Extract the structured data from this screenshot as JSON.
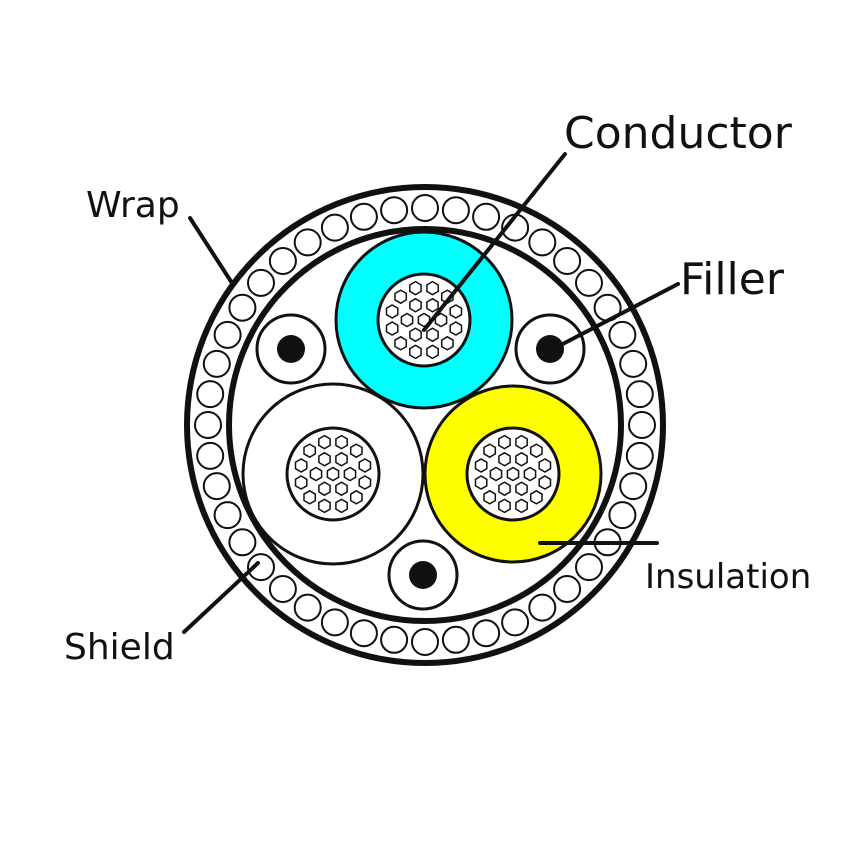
{
  "labels": {
    "conductor": "Conductor",
    "wrap": "Wrap",
    "filler": "Filler",
    "insulation": "Insulation",
    "shield": "Shield"
  },
  "colors": {
    "outline": "#111111",
    "insulation_cyan": "#00FFFF",
    "insulation_yellow": "#FFFF00",
    "insulation_white": "#FFFFFF",
    "filler_core": "#111111",
    "background": "#FFFFFF"
  }
}
